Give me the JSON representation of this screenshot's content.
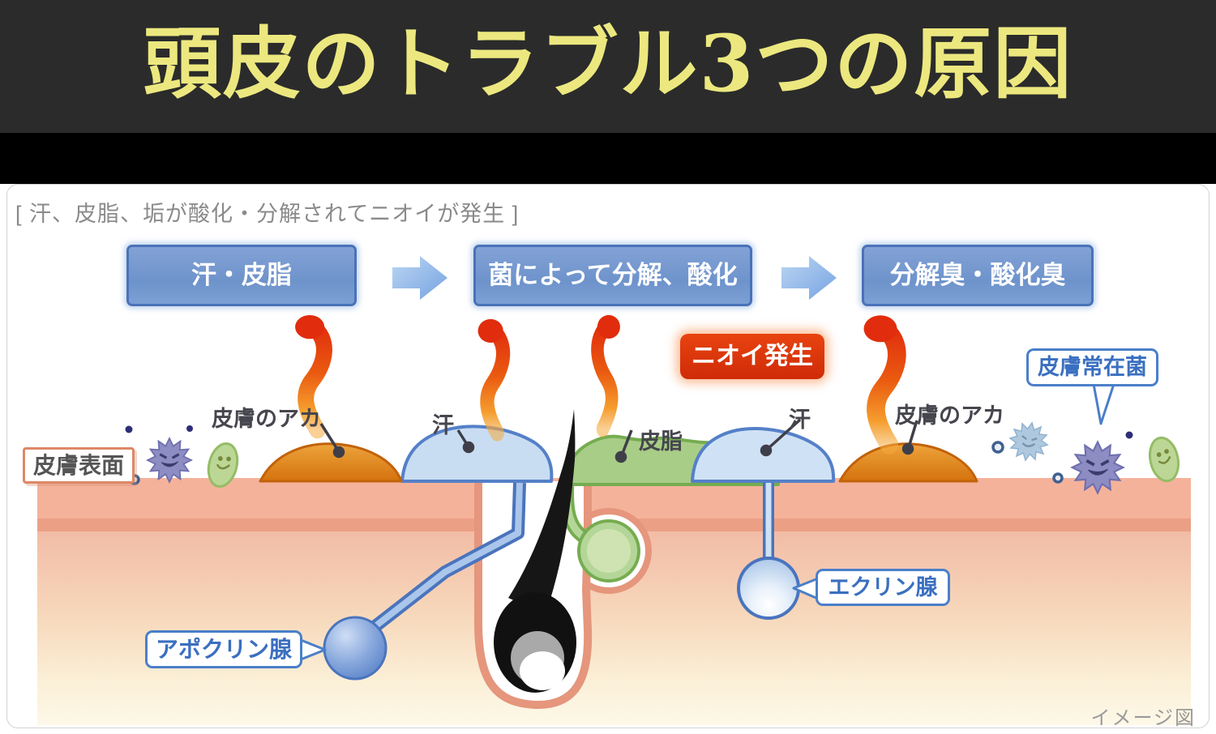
{
  "header": {
    "title": "頭皮のトラブル3つの原因"
  },
  "panel": {
    "caption": "[ 汗、皮脂、垢が酸化・分解されてニオイが発生 ]",
    "flow": {
      "steps": [
        {
          "label": "汗・皮脂"
        },
        {
          "label": "菌によって分解、酸化"
        },
        {
          "label": "分解臭・酸化臭"
        }
      ]
    },
    "badge": {
      "label": "ニオイ発生"
    },
    "labels": {
      "skin_surface": "皮膚表面",
      "dirt_left": "皮膚のアカ",
      "sweat_left": "汗",
      "sebum": "皮脂",
      "sweat_right": "汗",
      "dirt_right": "皮膚のアカ",
      "resident_bacteria": "皮膚常在菌",
      "apocrine_gland": "アポクリン腺",
      "eccrine_gland": "エクリン腺"
    },
    "note": "イメージ図",
    "colors": {
      "header_bg": "#2b2b2b",
      "title_text": "#ece87f",
      "step_box": "#7398ce",
      "step_border": "#4a72b8",
      "arrow": "#86afe6",
      "badge_red": "#dc330e",
      "steam_red": "#e12d0e",
      "steam_orange": "#f59d2e",
      "skin_surface": "#f5b29b",
      "dirt_orange": "#dd7b15",
      "sweat_blue": "#c8ddf2",
      "sebum_green": "#a8cd86",
      "gland_blue": "#4a74bd",
      "bubble_blue": "#3a6fc0"
    }
  }
}
